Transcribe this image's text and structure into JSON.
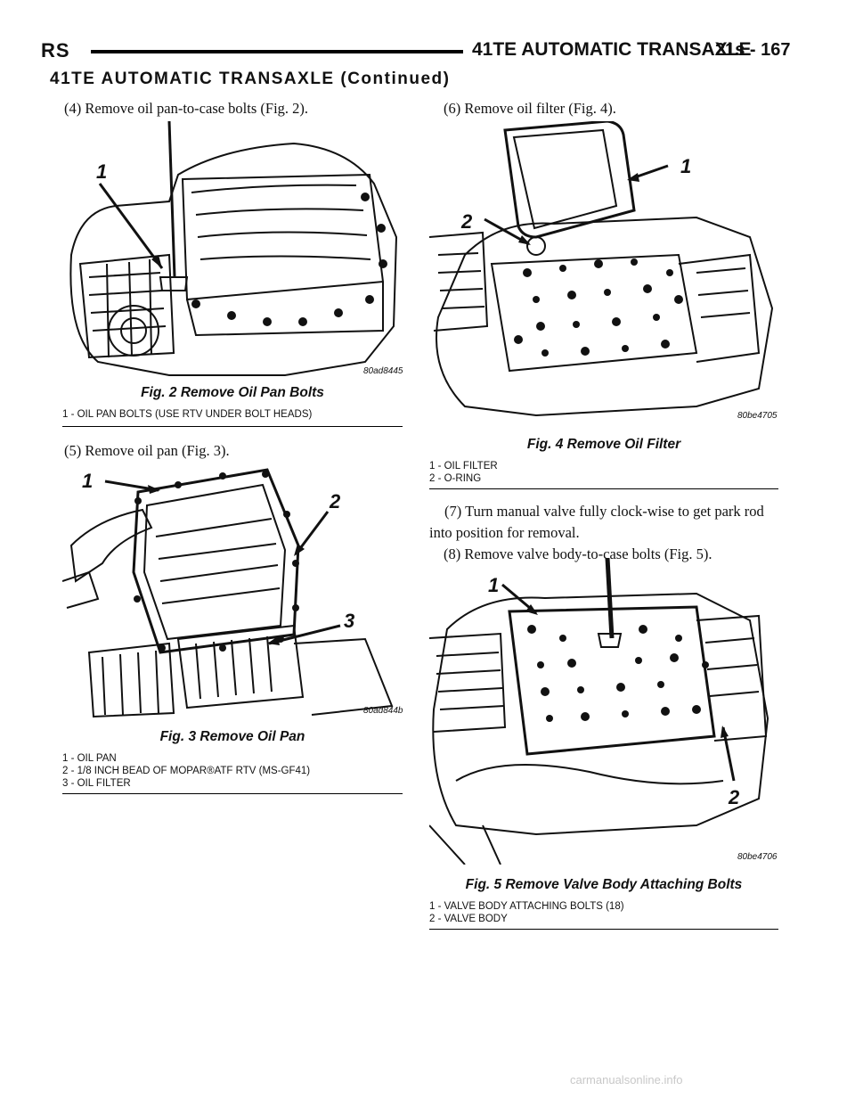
{
  "header": {
    "left": "RS",
    "center": "41TE AUTOMATIC TRANSAXLE",
    "page": "21s - 167"
  },
  "section_title": "41TE AUTOMATIC TRANSAXLE (Continued)",
  "steps": {
    "s4": "(4) Remove oil pan-to-case bolts (Fig. 2).",
    "s5": "(5) Remove oil pan (Fig. 3).",
    "s6": "(6) Remove oil filter (Fig. 4).",
    "s7": "(7) Turn manual valve fully clock-wise to get park rod into position for removal.",
    "s8": "(8) Remove valve body-to-case bolts (Fig. 5)."
  },
  "figures": {
    "fig2": {
      "code": "80ad8445",
      "caption": "Fig. 2 Remove Oil Pan Bolts",
      "callouts": [
        "1"
      ],
      "legend": [
        "1 - OIL PAN BOLTS (USE RTV UNDER BOLT HEADS)"
      ]
    },
    "fig3": {
      "code": "80ad844b",
      "caption": "Fig. 3 Remove Oil Pan",
      "callouts": [
        "1",
        "2",
        "3"
      ],
      "legend": [
        "1 - OIL PAN",
        "2 - 1/8 INCH BEAD OF MOPAR®ATF RTV (MS-GF41)",
        "3 - OIL FILTER"
      ]
    },
    "fig4": {
      "code": "80be4705",
      "caption": "Fig. 4 Remove Oil Filter",
      "callouts": [
        "1",
        "2"
      ],
      "legend": [
        "1 - OIL FILTER",
        "2 - O-RING"
      ]
    },
    "fig5": {
      "code": "80be4706",
      "caption": "Fig. 5 Remove Valve Body Attaching Bolts",
      "callouts": [
        "1",
        "2"
      ],
      "legend": [
        "1 - VALVE BODY ATTACHING BOLTS (18)",
        "2 - VALVE BODY"
      ]
    }
  },
  "footer": "carmanualsonline.info"
}
